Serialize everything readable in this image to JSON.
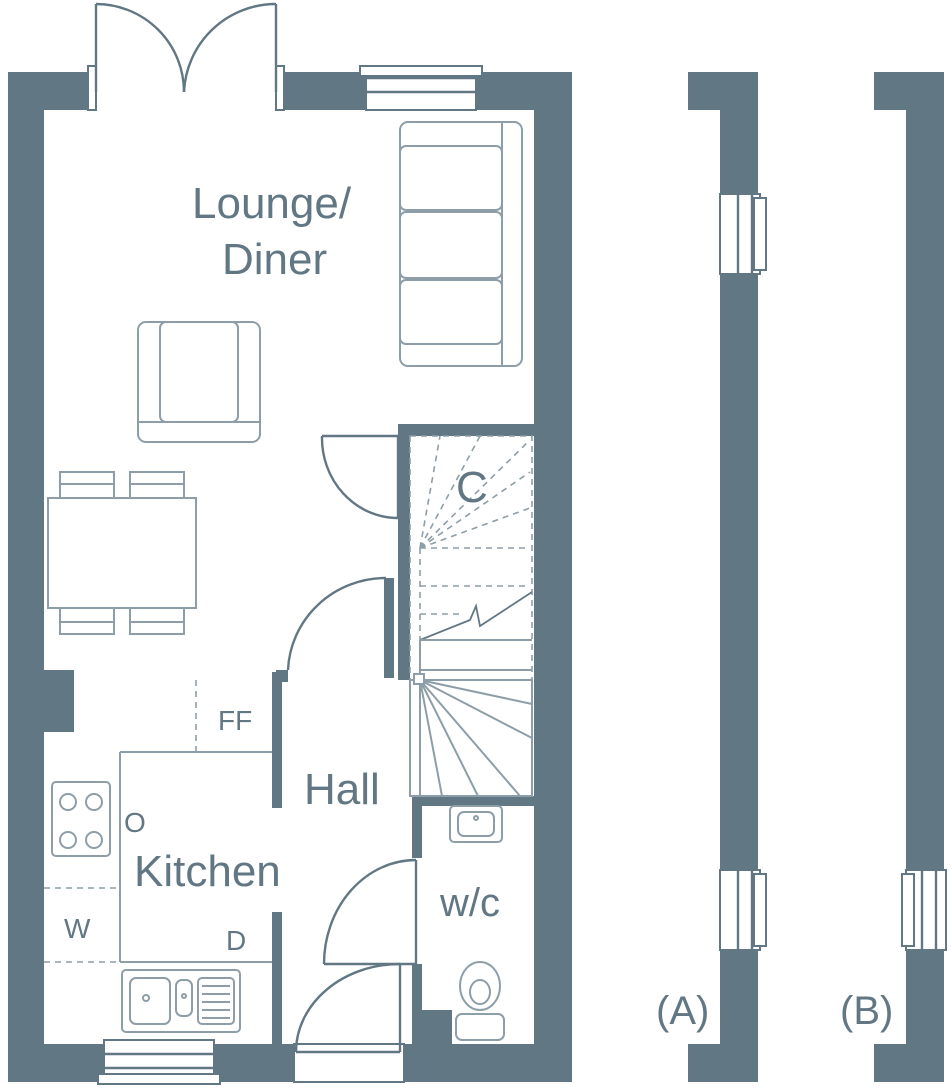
{
  "plan": {
    "rooms": {
      "lounge_line1": "Lounge/",
      "lounge_line2": "Diner",
      "cupboard": "C",
      "fridge_freezer": "FF",
      "hall": "Hall",
      "oven": "O",
      "kitchen": "Kitchen",
      "washer": "W",
      "dishwasher": "D",
      "wc": "w/c"
    },
    "variants": {
      "a": "(A)",
      "b": "(B)"
    }
  },
  "colors": {
    "wall": "#627784",
    "fixture": "#8d9ea8",
    "background": "#ffffff"
  }
}
